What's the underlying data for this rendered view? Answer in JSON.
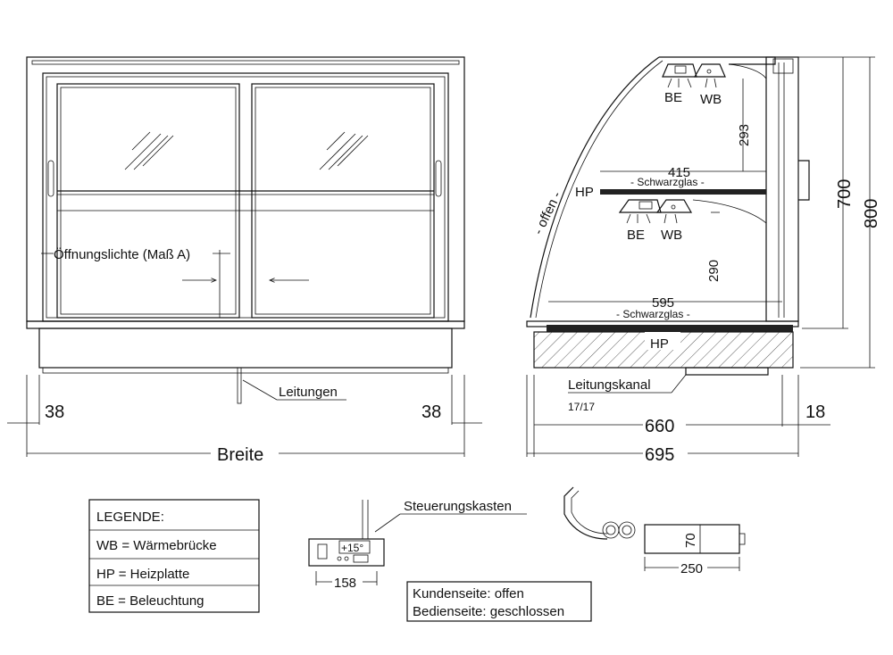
{
  "front_view": {
    "opening_label": "Öffnungslichte (Maß A)",
    "cables_label": "Leitungen",
    "left_offset": "38",
    "right_offset": "38",
    "width_label": "Breite"
  },
  "side_view": {
    "open_side_label": "- offen -",
    "top_light_be": "BE",
    "top_light_wb": "WB",
    "shelf_light_be": "BE",
    "shelf_light_wb": "WB",
    "hp_shelf_label": "HP",
    "hp_base_label": "HP",
    "shelf_width": "415",
    "shelf_glass": "- Schwarzglas -",
    "base_width": "595",
    "base_glass": "- Schwarzglas -",
    "dim_293": "293",
    "dim_290": "290",
    "dim_700": "700",
    "dim_800": "800",
    "duct_label": "Leitungskanal",
    "duct_size": "17/17",
    "dim_660": "660",
    "dim_18": "18",
    "dim_695": "695"
  },
  "legend": {
    "title": "LEGENDE:",
    "items": [
      "WB = Wärmebrücke",
      "HP = Heizplatte",
      "BE = Beleuchtung"
    ]
  },
  "control_box": {
    "label": "Steuerungskasten",
    "display": "+15°",
    "width": "158"
  },
  "cable_unit": {
    "height": "70",
    "width": "250"
  },
  "notes": {
    "customer_side": "Kundenseite: offen",
    "operator_side": "Bedienseite: geschlossen"
  }
}
